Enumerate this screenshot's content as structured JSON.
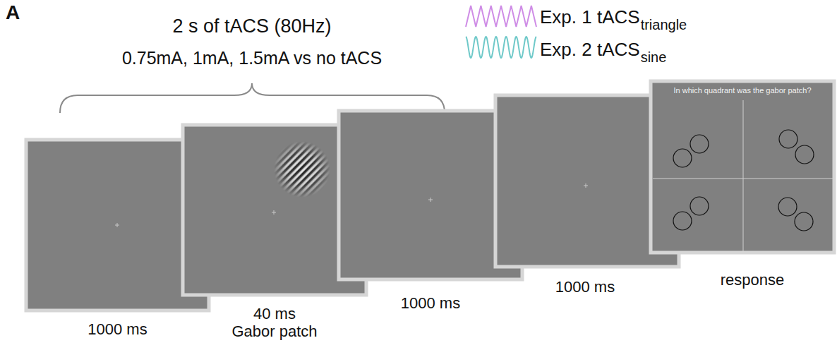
{
  "diagram": {
    "nodes": [
      {
        "text": [
          "1000 ms"
        ]
      },
      {
        "text": [
          "40 ms Gabor patch"
        ]
      },
      {
        "text": [
          "1000 ms"
        ]
      },
      {
        "text": [
          "1000 ms"
        ]
      },
      {
        "text": [
          "In which quadrant was the gabor patch?",
          "response"
        ]
      }
    ],
    "labels": [
      "A",
      "2 s of tACS (80Hz)",
      "0.75mA, 1mA, 1.5mA vs no tACS",
      "triangle",
      "sine"
    ],
    "legend": [
      {
        "text": "Exp. 1 tACS"
      },
      {
        "text": "Exp. 2 tACS"
      }
    ]
  }
}
